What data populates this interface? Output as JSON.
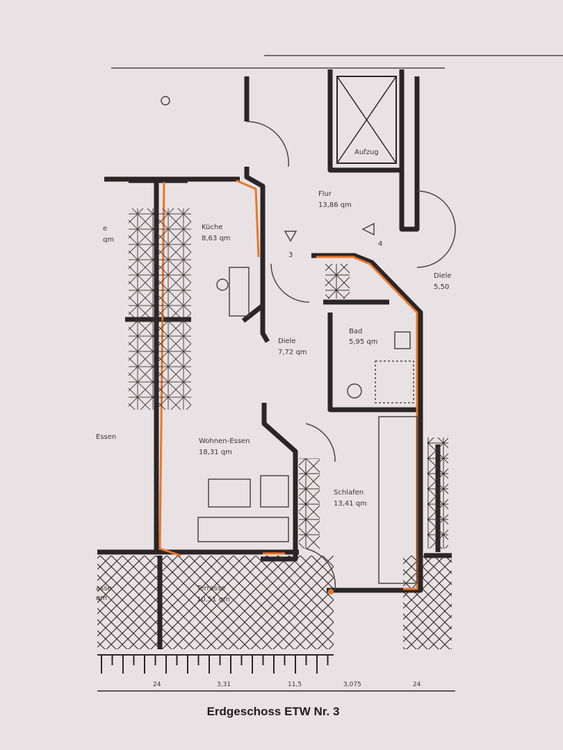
{
  "title": "Erdgeschoss ETW Nr. 3",
  "rooms": [
    {
      "name": "Aufzug",
      "area": ""
    },
    {
      "name": "Flur",
      "area": "13,86 qm"
    },
    {
      "name": "Küche",
      "area": "8,63 qm"
    },
    {
      "name": "Diele",
      "area": "7,72 qm"
    },
    {
      "name": "Bad",
      "area": "5,95 qm"
    },
    {
      "name": "Wohnen-Essen",
      "area": "18,31 qm"
    },
    {
      "name": "Schlafen",
      "area": "13,41 qm"
    },
    {
      "name": "Terrasse",
      "area": "10,51 qm"
    },
    {
      "name": "Diele",
      "area": "5,50"
    },
    {
      "name": "Essen",
      "area": ""
    },
    {
      "name": "asse",
      "area": "qm"
    },
    {
      "name": "e",
      "area": "qm"
    }
  ],
  "markers": [
    "3",
    "4"
  ],
  "dimensions": [
    "24",
    "3,31",
    "11,5",
    "3,075",
    "24"
  ],
  "colors": {
    "paper": "#e9e2e4",
    "wall": "#2a2526",
    "highlight": "#e8772a"
  }
}
